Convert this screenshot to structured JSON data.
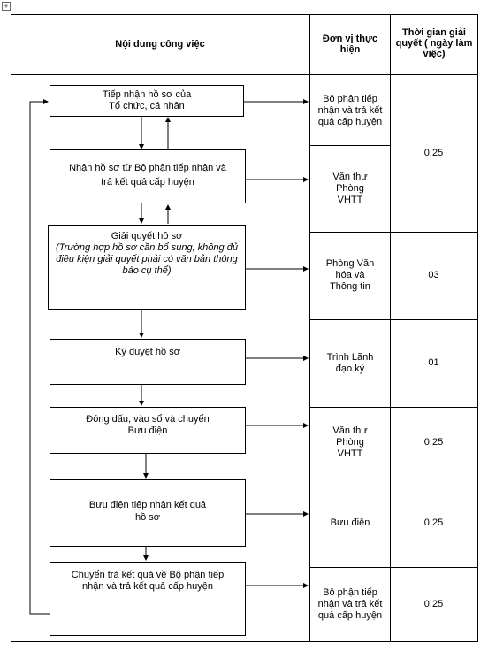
{
  "table": {
    "headers": {
      "content": "Nội dung công việc",
      "unit": "Đơn vị thực hiện",
      "time": "Thời gian giải quyết ( ngày làm việc)"
    }
  },
  "steps": [
    {
      "line1": "Tiếp nhận hồ sơ của",
      "line2": "Tổ chức, cá nhân"
    },
    {
      "line1": "Nhận hồ sơ từ  Bộ phận tiếp nhận và",
      "line2": "trả kết quả cấp huyện"
    },
    {
      "line1": "Giải quyết hồ sơ",
      "note": "(Trường hợp hồ sơ cần bổ sung, không đủ điều kiện giải quyết phải có văn bản thông báo cụ thể)"
    },
    {
      "line1": "Ký duyệt hồ sơ"
    },
    {
      "line1": "Đóng dấu, vào sổ và chuyển",
      "line2": "Bưu điện"
    },
    {
      "line1": "Bưu điện tiếp nhận kết quả",
      "line2": "hồ sơ"
    },
    {
      "line1": "Chuyển trả kết quả về Bộ phận tiếp",
      "line2": "nhận và trả kết quả cấp huyện"
    }
  ],
  "units": [
    "Bộ phận tiếp nhận và trả kết quả cấp huyện",
    "Văn thư Phòng VHTT",
    "Phòng Văn hóa và Thông tin",
    "Trình Lãnh đạo ký",
    "Văn thư Phòng VHTT",
    "Bưu điện",
    "Bộ phận tiếp nhận và trả kết quả cấp huyện"
  ],
  "times": [
    "0,25",
    "03",
    "01",
    "0,25",
    "0,25",
    "0,25"
  ]
}
